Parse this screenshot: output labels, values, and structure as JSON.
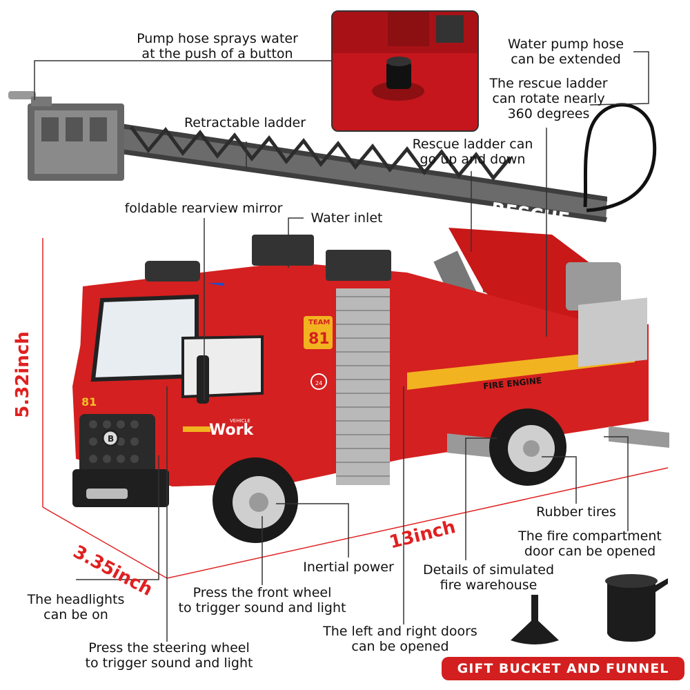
{
  "labels": {
    "pump_hose": [
      "Pump hose sprays water",
      "at the push of a button"
    ],
    "water_pump_hose": [
      "Water pump hose",
      "can be extended"
    ],
    "rescue_ladder_rotate": [
      "The rescue ladder",
      "can rotate nearly",
      "360 degrees"
    ],
    "retractable_ladder": [
      "Retractable ladder"
    ],
    "rescue_ladder_updown": [
      "Rescue ladder can",
      "go up and down"
    ],
    "rearview_mirror": [
      "foldable rearview mirror"
    ],
    "water_inlet": [
      "Water inlet"
    ],
    "rubber_tires": [
      "Rubber tires"
    ],
    "fire_compartment": [
      "The fire compartment",
      "door can be opened"
    ],
    "inertial_power": [
      "Inertial power"
    ],
    "warehouse": [
      "Details of simulated",
      "fire warehouse"
    ],
    "headlights": [
      "The headlights",
      "can be on"
    ],
    "front_wheel": [
      "Press the front wheel",
      "to trigger sound and light"
    ],
    "doors": [
      "The left and right doors",
      "can be opened"
    ],
    "steering_wheel": [
      "Press the steering wheel",
      "to trigger sound and light"
    ]
  },
  "dimensions": {
    "height": "5.32inch",
    "width": "3.35inch",
    "length": "13inch"
  },
  "truck_markings": {
    "rescue": "RESCUE",
    "team": "TEAM",
    "team_number": "81",
    "cab_number": "81",
    "work": "Work",
    "vehicle": "VEHICLE",
    "fire_engine": "FIRE ENGINE",
    "phone": "24"
  },
  "badge": "GIFT BUCKET AND FUNNEL",
  "colors": {
    "truck_red": "#d42020",
    "dimension_red": "#e02020",
    "badge_red": "#d31f1f"
  }
}
